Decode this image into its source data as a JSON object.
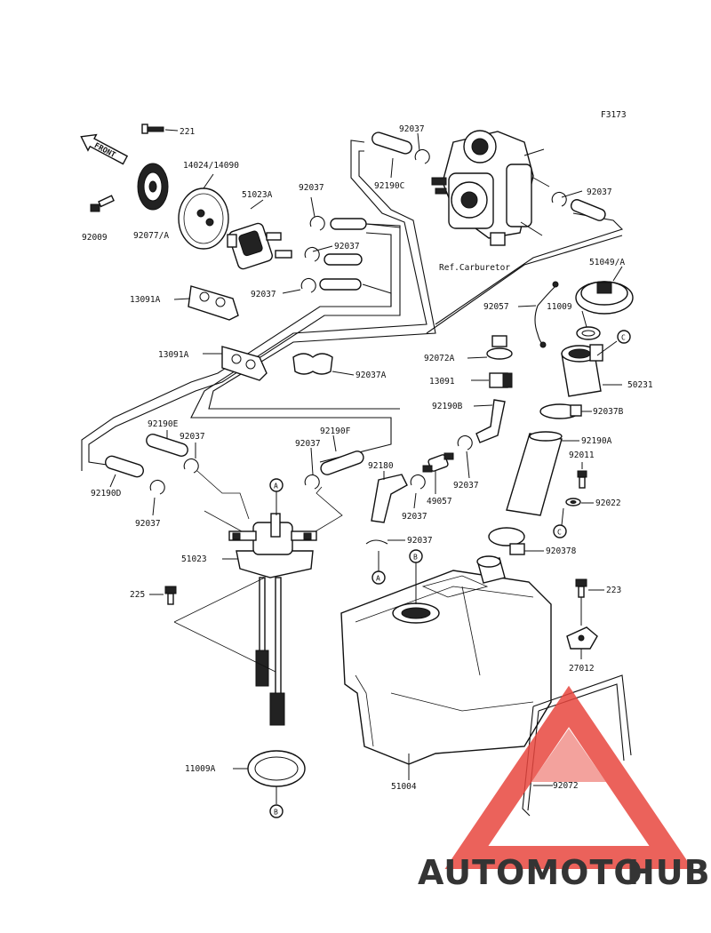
{
  "figure_code": "F3173",
  "front_label": "FRONT",
  "ref_label": "Ref.Carburetor",
  "labels": {
    "p221": "221",
    "p14024": "14024/14090",
    "p92009": "92009",
    "p92077A": "92077/A",
    "p51023A": "51023A",
    "p92037_a": "92037",
    "p92037_b": "92037",
    "p92037_c": "92037",
    "p92037_top": "92037",
    "p92190C": "92190C",
    "p92037_right": "92037",
    "p51049A": "51049/A",
    "p13091A_1": "13091A",
    "p13091A_2": "13091A",
    "p92037A": "92037A",
    "p92057": "92057",
    "p11009": "11009",
    "p92072A": "92072A",
    "p13091": "13091",
    "p50231": "50231",
    "p92190B": "92190B",
    "p92037B_1": "92037B",
    "p92190A": "92190A",
    "p92011": "92011",
    "p92022": "92022",
    "p92190E": "92190E",
    "p92037_e": "92037",
    "p92190F": "92190F",
    "p92037_f": "92037",
    "p92180": "92180",
    "p49057": "49057",
    "p92037_g": "92037",
    "p92037_h": "92037",
    "p92190D": "92190D",
    "p92037_d": "92037",
    "p92037_i": "92037",
    "p92037B_2": "920378",
    "p51023": "51023",
    "p225": "225",
    "p223": "223",
    "p27012": "27012",
    "p11009A": "11009A",
    "p51004": "51004",
    "p92072": "92072"
  },
  "callouts": {
    "A": "A",
    "B": "B",
    "C": "C"
  },
  "watermark": {
    "part1": "AUTOMOTO",
    "part2": "HUB"
  },
  "colors": {
    "line": "#111111",
    "watermark_red": "#e8473f",
    "watermark_orange": "#f4a52a",
    "watermark_gray": "#5a5a5a"
  }
}
